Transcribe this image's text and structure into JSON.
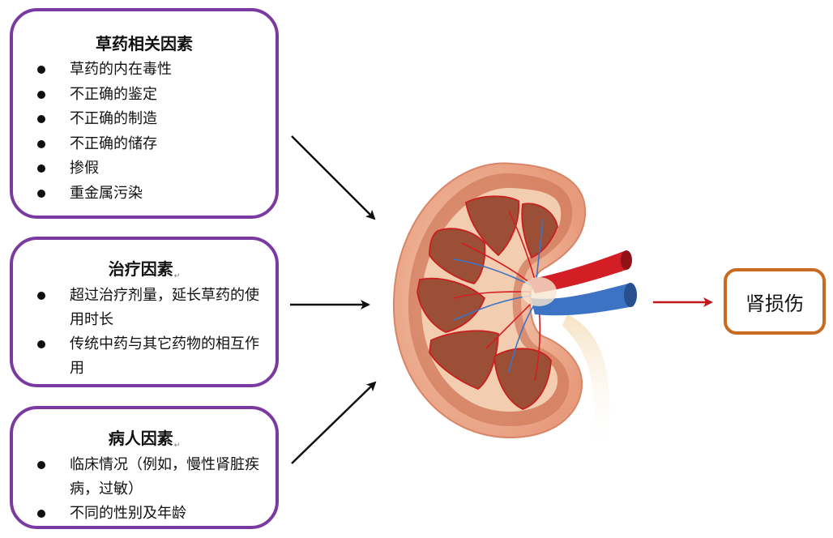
{
  "factors": {
    "herb": {
      "title": "草药相关因素",
      "items": [
        "草药的内在毒性",
        "不正确的鉴定",
        "不正确的制造",
        "不正确的储存",
        "掺假",
        "重金属污染"
      ]
    },
    "treatment": {
      "title": "治疗因素",
      "items": [
        "超过治疗剂量，延长草药的使用时长",
        "传统中药与其它药物的相互作用"
      ]
    },
    "patient": {
      "title": "病人因素",
      "items": [
        "临床情况（例如，慢性肾脏疾病，过敏）",
        "不同的性别及年龄"
      ]
    }
  },
  "result": {
    "label": "肾损伤"
  },
  "colors": {
    "box_border": "#7a3aa1",
    "result_border": "#c76a22",
    "arrow_black": "#111111",
    "arrow_red": "#c0161c",
    "kidney_outer": "#e8a082",
    "kidney_cortex": "#c96e4e",
    "pyramid": "#9a4f36",
    "artery": "#d21e24",
    "vein": "#3d73c4",
    "ureter": "#f1dcb9"
  },
  "icons": [
    "kidney-illustration",
    "arrow-icon"
  ]
}
